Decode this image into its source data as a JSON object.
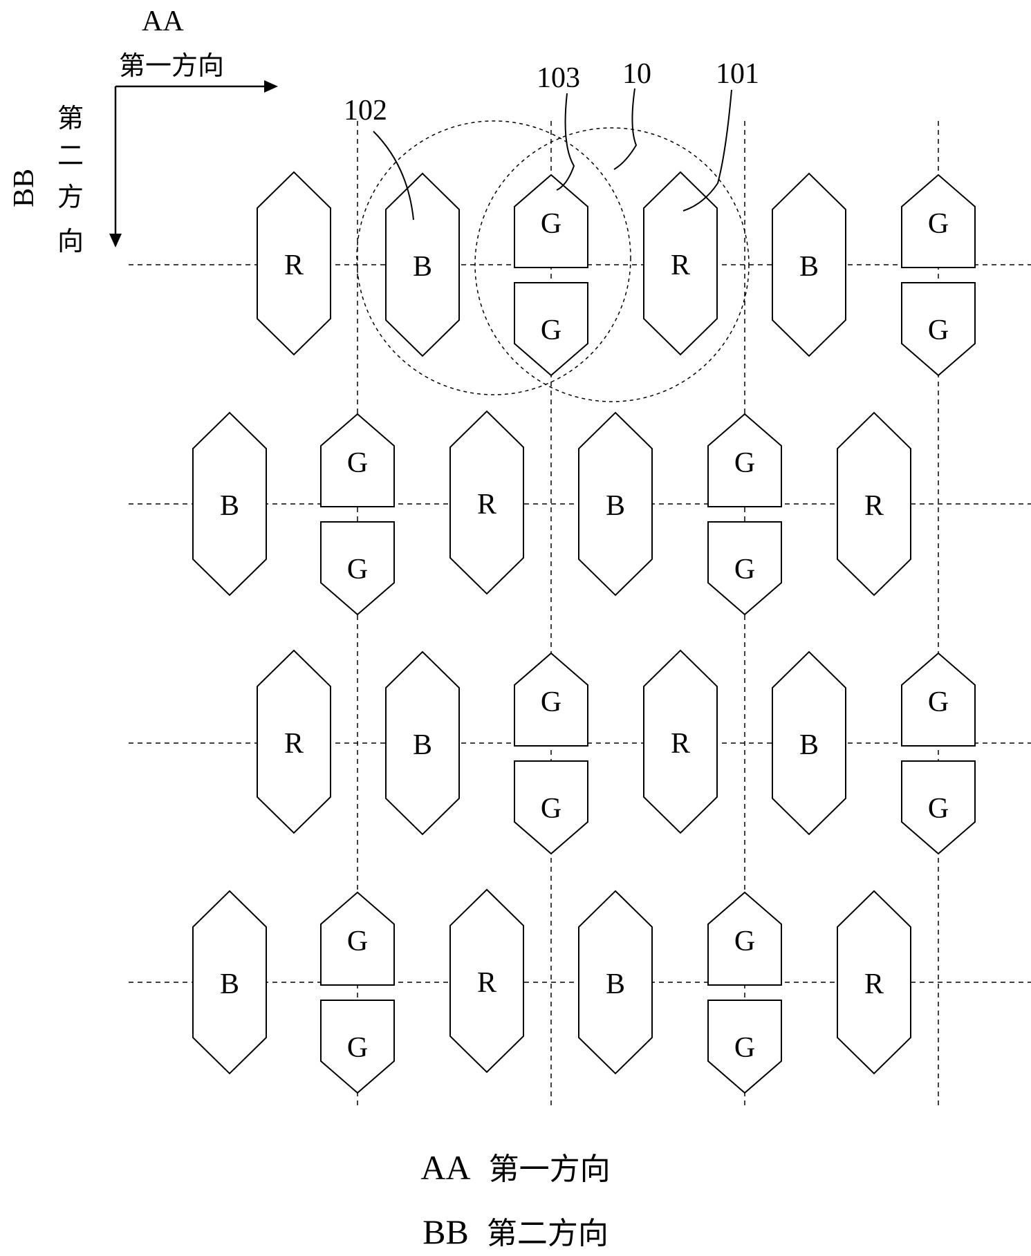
{
  "axis": {
    "first_code": "AA",
    "first_label": "第一方向",
    "second_code": "BB",
    "second_label_chars": [
      "第",
      "二",
      "方",
      "向"
    ]
  },
  "callouts": {
    "c101": "101",
    "c102": "102",
    "c103": "103",
    "c10": "10"
  },
  "pixel_letters": {
    "red": "R",
    "green": "G",
    "blue": "B"
  },
  "legend": [
    {
      "code": "AA",
      "text": "第一方向"
    },
    {
      "code": "BB",
      "text": "第二方向"
    }
  ],
  "colors": {
    "line": "#000000",
    "background": "#ffffff"
  }
}
